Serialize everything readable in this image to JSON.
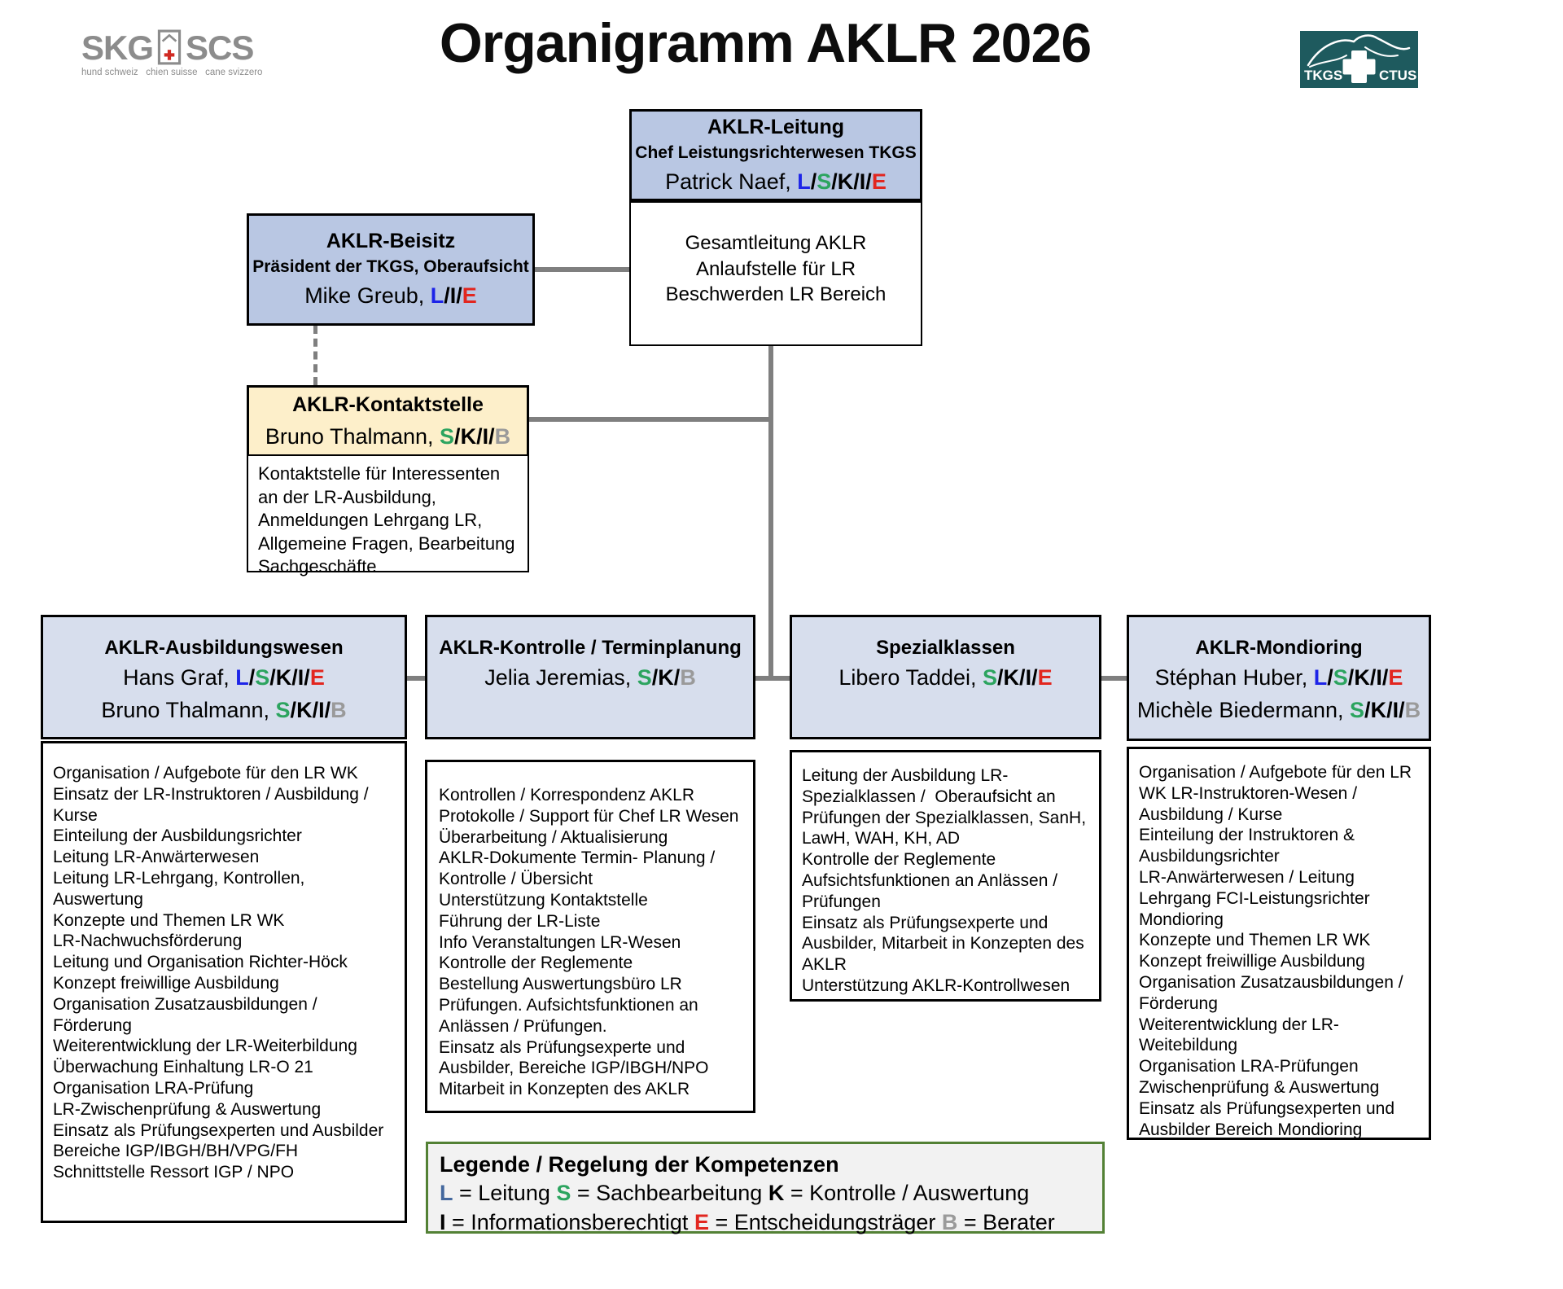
{
  "title": "Organigramm AKLR 2026",
  "logos": {
    "skg": {
      "left": "SKG",
      "right": "SCS",
      "subtext": "hund schweiz   chien suisse   cane svizzero"
    },
    "tkgs": {
      "left": "TKGS",
      "right": "CTUS"
    }
  },
  "colors": {
    "L": "#1d24e8",
    "S": "#2ca45f",
    "K": "#000000",
    "I": "#000000",
    "E": "#e2261f",
    "B": "#9a9a9a",
    "L_legend": "#44689e",
    "box_blue": "#b9c7e3",
    "box_blue_light": "#d7deed",
    "box_cream": "#fdefca",
    "legend_bg": "#f2f2f2",
    "legend_border": "#538135",
    "connector": "#7f7f7f",
    "tkgs_teal": "#1e5a5e",
    "skg_gray": "#8c8c8c"
  },
  "nodes": {
    "leitung": {
      "title": "AKLR-Leitung",
      "subtitle": "Chef Leistungsrichterwesen TKGS",
      "person": {
        "name": "Patrick Naef",
        "codes": [
          "L",
          "S",
          "K",
          "I",
          "E"
        ]
      },
      "description_lines": [
        "Gesamtleitung AKLR",
        "Anlaufstelle für LR",
        "Beschwerden LR Bereich"
      ]
    },
    "beisitz": {
      "title": "AKLR-Beisitz",
      "subtitle": "Präsident der TKGS, Oberaufsicht",
      "person": {
        "name": "Mike Greub",
        "codes": [
          "L",
          "I",
          "E"
        ]
      }
    },
    "kontaktstelle": {
      "title": "AKLR-Kontaktstelle",
      "person": {
        "name": "Bruno Thalmann",
        "codes": [
          "S",
          "K",
          "I",
          "B"
        ]
      },
      "description": "Kontaktstelle für Interessenten an der LR-Ausbildung, Anmeldungen Lehrgang LR, Allgemeine Fragen, Bearbeitung Sachgeschäfte"
    },
    "ausbildungswesen": {
      "title": "AKLR-Ausbildungswesen",
      "persons": [
        {
          "name": "Hans Graf",
          "codes": [
            "L",
            "S",
            "K",
            "I",
            "E"
          ]
        },
        {
          "name": "Bruno Thalmann",
          "codes": [
            "S",
            "K",
            "I",
            "B"
          ]
        }
      ],
      "items": [
        "Organisation / Aufgebote für den LR WK",
        "Einsatz der LR-Instruktoren / Ausbildung / Kurse",
        "Einteilung der Ausbildungsrichter",
        "Leitung LR-Anwärterwesen",
        "Leitung LR-Lehrgang, Kontrollen, Auswertung",
        "Konzepte und Themen LR WK",
        "LR-Nachwuchsförderung",
        "Leitung und Organisation Richter-Höck",
        "Konzept freiwillige Ausbildung",
        "Organisation Zusatzausbildungen / Förderung",
        "Weiterentwicklung der LR-Weiterbildung",
        "Überwachung Einhaltung LR-O 21",
        "Organisation LRA-Prüfung",
        "LR-Zwischenprüfung & Auswertung",
        "Einsatz als Prüfungsexperten und Ausbilder",
        "Bereiche IGP/IBGH/BH/VPG/FH",
        "Schnittstelle Ressort IGP / NPO"
      ]
    },
    "kontrolle": {
      "title": "AKLR-Kontrolle / Terminplanung",
      "persons": [
        {
          "name": "Jelia Jeremias",
          "codes": [
            "S",
            "K",
            "B"
          ]
        }
      ],
      "items": [
        "Kontrollen / Korrespondenz AKLR",
        "Protokolle / Support für Chef LR Wesen Überarbeitung / Aktualisierung",
        "AKLR-Dokumente Termin- Planung / Kontrolle / Übersicht",
        "Unterstützung Kontaktstelle",
        "Führung der LR-Liste",
        "Info Veranstaltungen LR-Wesen",
        "Kontrolle der Reglemente",
        "Bestellung Auswertungsbüro LR",
        "Prüfungen. Aufsichtsfunktionen an Anlässen / Prüfungen.",
        "Einsatz als Prüfungsexperte und Ausbilder, Bereiche IGP/IBGH/NPO",
        "Mitarbeit in Konzepten des AKLR"
      ]
    },
    "spezialklassen": {
      "title": "Spezialklassen",
      "persons": [
        {
          "name": "Libero Taddei",
          "codes": [
            "S",
            "K",
            "I",
            "E"
          ]
        }
      ],
      "items": [
        "Leitung der Ausbildung LR-Spezialklassen /  Oberaufsicht an Prüfungen der Spezialklassen, SanH, LawH, WAH, KH, AD",
        "Kontrolle der Reglemente",
        "Aufsichtsfunktionen an Anlässen / Prüfungen",
        "Einsatz als Prüfungsexperte und Ausbilder, Mitarbeit in Konzepten des AKLR",
        "Unterstützung AKLR-Kontrollwesen"
      ]
    },
    "mondioring": {
      "title": "AKLR-Mondioring",
      "persons": [
        {
          "name": "Stéphan Huber",
          "codes": [
            "L",
            "S",
            "K",
            "I",
            "E"
          ]
        },
        {
          "name": "Michèle Biedermann",
          "codes": [
            "S",
            "K",
            "I",
            "B"
          ]
        }
      ],
      "items": [
        "Organisation / Aufgebote für den LR WK LR-Instruktoren-Wesen / Ausbildung / Kurse",
        "Einteilung der Instruktoren & Ausbildungsrichter",
        "LR-Anwärterwesen / Leitung Lehrgang FCI-Leistungsrichter Mondioring",
        "Konzepte und Themen LR WK",
        "Konzept freiwillige Ausbildung",
        "Organisation Zusatzausbildungen / Förderung",
        "Weiterentwicklung der LR-Weitebildung",
        "Organisation LRA-Prüfungen",
        "Zwischenprüfung & Auswertung",
        "Einsatz als Prüfungsexperten und Ausbilder Bereich Mondioring"
      ]
    }
  },
  "legend": {
    "title": "Legende / Regelung der Kompetenzen",
    "rows": [
      [
        {
          "code": "L",
          "label": "Leitung"
        },
        {
          "code": "S",
          "label": "Sachbearbeitung"
        },
        {
          "code": "K",
          "label": "Kontrolle / Auswertung"
        }
      ],
      [
        {
          "code": "I",
          "label": "Informationsberechtigt"
        },
        {
          "code": "E",
          "label": "Entscheidungsträger"
        },
        {
          "code": "B",
          "label": "Berater"
        }
      ]
    ]
  }
}
